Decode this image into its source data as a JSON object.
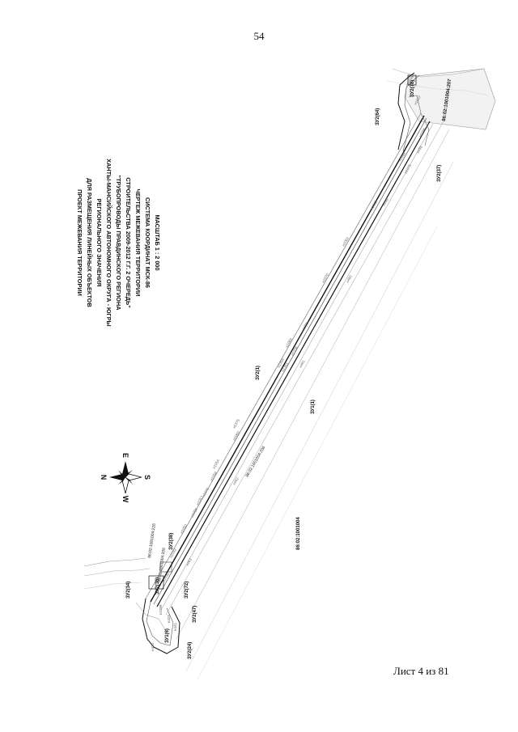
{
  "page_number": "54",
  "sheet_label": "Лист 4 из 81",
  "title_lines": [
    "ПРОЕКТ МЕЖЕВАНИЯ ТЕРРИТОРИИ",
    "ДЛЯ РАЗМЕЩЕНИЯ ЛИНЕЙНЫХ ОБЪЕКТОВ",
    "РЕГИОНАЛЬНОГО ЗНАЧЕНИЯ",
    "ХАНТЫ-МАНСИЙСКОГО АВТОНОМНОГО ОКРУГА - ЮГРЫ",
    "\"ТРУБОПРОВОДЫ ПРАВДИНСКОГО РЕГИОНА",
    "СТРОИТЕЛЬСТВА 2009-2012 Г.Г. 2 ОЧЕРЕДЬ\"",
    "ЧЕРТЕЖ МЕЖЕВАНИЯ ТЕРРИТОРИИ",
    "СИСТЕМА КООРДИНАТ МСК-86",
    "МАСШТАБ 1 : 2 000"
  ],
  "compass": {
    "north": "N",
    "east": "E",
    "south": "S",
    "west": "W"
  },
  "map_labels": {
    "block_main": "86:02:1001004",
    "corridor": "86:02:1001004:206",
    "plot_top": "86:02:1001004:207",
    "plot_left_a": "86:02:1001004:226",
    "plot_left_b": "86:02:1001004:206",
    "zu2_1": "ЗУ2(1)",
    "zu1_1": "ЗУ1(1)",
    "zu2_64": "ЗУ2(64)",
    "zu2_37": "ЗУ2(37)",
    "zu2_78": "ЗУ2(78)",
    "zu2_38": "ЗУ2(38)",
    "zu2_34": "ЗУ2(34)",
    "zu2_36": "ЗУ2(36)",
    "zu2_72": "ЗУ2(72)",
    "zu2_47": "ЗУ2(47)",
    "zu2_24": "ЗУ2(24)",
    "zu1_6": "ЗУ1(6)",
    "points": [
      "н1098",
      "н1097",
      "н1096",
      "н1086",
      "н1083",
      "н1082",
      "н1070",
      "н1069",
      "н1060",
      "н1058",
      "н1057",
      "н1056",
      "н1050",
      "н1042",
      "н1030",
      "н1395",
      "н1336",
      "н1381",
      "н1099",
      "н423",
      "н441",
      "н433",
      "н463",
      "н462",
      "н461",
      "н460",
      "н459",
      "н458",
      "н1384",
      "н1375",
      "н1370",
      "н1075",
      "н1054"
    ]
  }
}
